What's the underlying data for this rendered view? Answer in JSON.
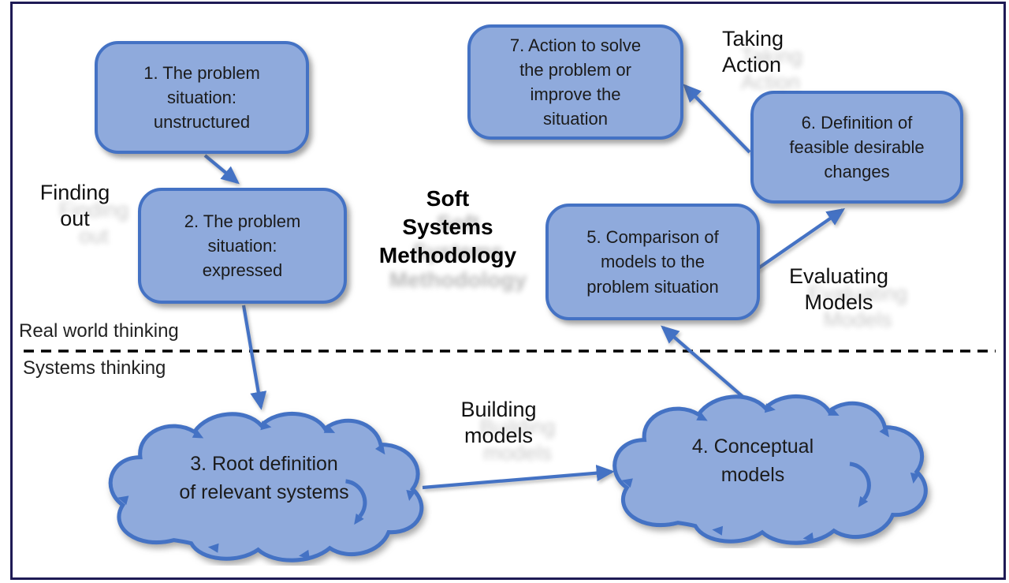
{
  "colors": {
    "node_fill": "#8FAADC",
    "node_border": "#4472C4",
    "connector": "#4472C4",
    "frame": "#1E1A55",
    "divider": "#000000",
    "text": "#1B1B1B"
  },
  "title": "Soft\nSystems\nMethodology",
  "nodes": {
    "n1": "1. The problem\nsituation:\nunstructured",
    "n2": "2. The problem\nsituation:\nexpressed",
    "n3": "3. Root definition\nof relevant systems",
    "n4": "4. Conceptual\nmodels",
    "n5": "5. Comparison of\nmodels to the\nproblem situation",
    "n6": "6. Definition of\nfeasible desirable\nchanges",
    "n7": "7. Action to solve\nthe problem or\nimprove the\nsituation"
  },
  "labels": {
    "finding_out": "Finding\nout",
    "taking_action": "Taking\nAction",
    "evaluating_models": "Evaluating\nModels",
    "building_models": "Building\nmodels"
  },
  "zones": {
    "above_line": "Real world thinking",
    "below_line": "Systems thinking"
  }
}
